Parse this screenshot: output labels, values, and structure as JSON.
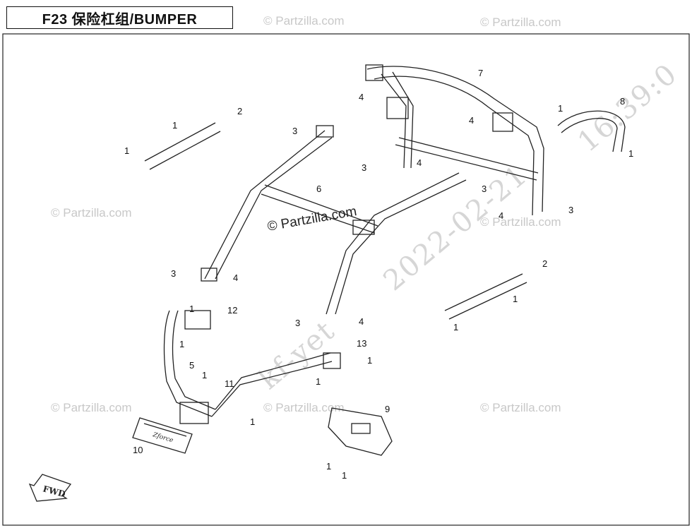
{
  "diagram": {
    "title": "F23 保险杠组/BUMPER",
    "watermarks": {
      "text": "© Partzilla.com",
      "center": "© Partzilla.com"
    },
    "stamps": [
      "kf-yet",
      "2022-02-21",
      "16:39:0"
    ],
    "fwd_label": "FWD",
    "decal_text": "Zforce",
    "callouts": [
      "1",
      "2",
      "3",
      "4",
      "5",
      "6",
      "7",
      "8",
      "9",
      "10",
      "11",
      "12",
      "13"
    ]
  }
}
